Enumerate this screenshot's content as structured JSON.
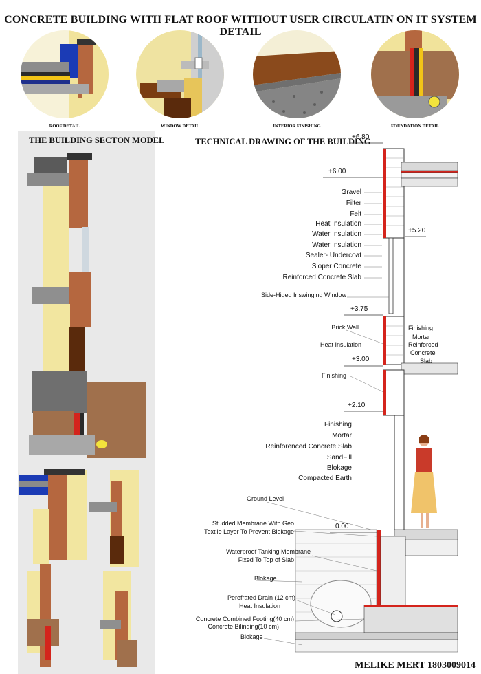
{
  "title": "CONCRETE BUILDING WITH FLAT ROOF WITHOUT USER CIRCULATIN ON IT SYSTEM DETAIL",
  "details": [
    {
      "caption": "ROOF DETAIL"
    },
    {
      "caption": "WINDOW DETAIL"
    },
    {
      "caption": "INTERIOR FINISHING"
    },
    {
      "caption": "FOUNDATION DETAIL"
    }
  ],
  "section_model_heading": "THE BUILDING SECTON MODEL",
  "technical_heading": "TECHNICAL DRAWING OF THE BUILDING",
  "levels": [
    "+6.80",
    "+6.00",
    "+5.20",
    "+3.75",
    "+3.00",
    "+2.10",
    "0.00"
  ],
  "roof_layers": [
    "Gravel",
    "Filter",
    "Felt",
    "Heat Insulation",
    "Water Insulation",
    "Water Insulation",
    "Sealer- Undercoat",
    "Sloper Concrete",
    "Reinforced Concrete Slab"
  ],
  "window_label": "Side-Higed Inswinging Window",
  "wall_labels": [
    "Brick Wall",
    "Heat Insulation",
    "Finishing"
  ],
  "slab_labels_right": [
    "Finishing",
    "Mortar",
    "Reinforced",
    "Concrete",
    "Slab"
  ],
  "floor_layers": [
    "Finishing",
    "Mortar",
    "Reinforenced Concrete Slab",
    "SandFill",
    "Blokage",
    "Compacted Earth"
  ],
  "foundation_labels": [
    "Ground Level",
    "Studded Membrane With Geo",
    "Textile Layer To Prevent Blokage",
    "Waterproof Tanking Membrane",
    "Fixed To Top of Slab",
    "Blokage",
    "Perefrated Drain (12 cm)",
    "Heat Insulation",
    "Concrete Combined Footing(40 cm)",
    "Concrete Bilinding(10 cm)",
    "Blokage"
  ],
  "author": "MELIKE MERT 1803009014",
  "colors": {
    "brick": "#b5673f",
    "insulation_red": "#d4241c",
    "wall_yellow": "#f2e6a0",
    "concrete": "#a8a8a8",
    "roof_blue": "#1b3bb5"
  }
}
